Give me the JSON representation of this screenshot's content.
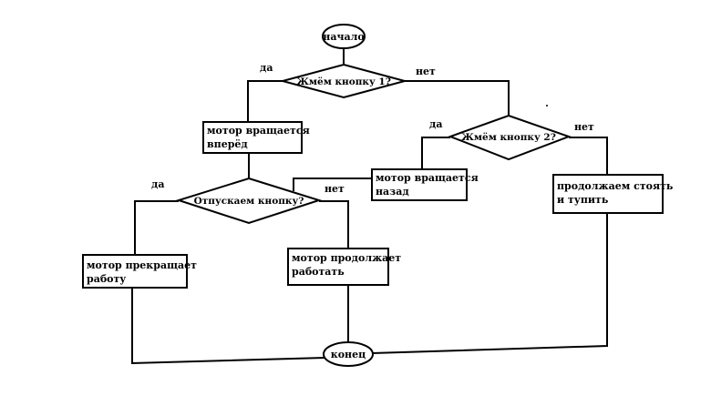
{
  "flowchart": {
    "start": "начало",
    "end": "конец",
    "decision1": "Жмём кнопку 1?",
    "decision2": "Жмём кнопку 2?",
    "decision3": "Отпускаем кнопку?",
    "process_forward_line1": "мотор вращается",
    "process_forward_line2": "вперёд",
    "process_back_line1": "мотор вращается",
    "process_back_line2": "назад",
    "process_idle_line1": "продолжаем стоять",
    "process_idle_line2": "и тупить",
    "process_stop_line1": "мотор прекращает",
    "process_stop_line2": "работу",
    "process_continue_line1": "мотор продолжает",
    "process_continue_line2": "работать",
    "labels": {
      "d1_yes": "да",
      "d1_no": "нет",
      "d2_yes": "да",
      "d2_no": "нет",
      "d3_yes": "да",
      "d3_no": "нет"
    }
  }
}
